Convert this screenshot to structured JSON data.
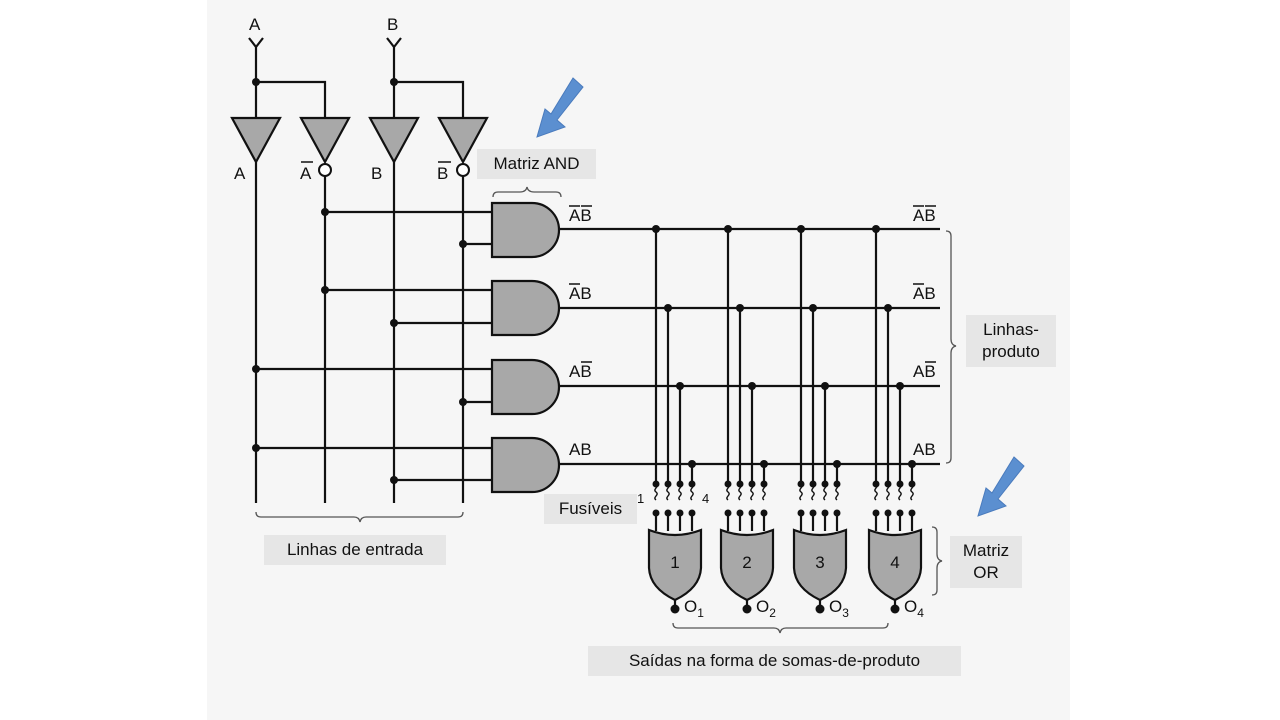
{
  "inputs": [
    {
      "top_label": "A",
      "name": "input-A"
    },
    {
      "top_label": "B",
      "name": "input-B"
    }
  ],
  "buffer_labels": [
    "A",
    "A",
    "B",
    "B"
  ],
  "product_terms": [
    {
      "base": "AB",
      "bar": [
        true,
        true
      ]
    },
    {
      "base": "AB",
      "bar": [
        true,
        false
      ]
    },
    {
      "base": "AB",
      "bar": [
        false,
        true
      ]
    },
    {
      "base": "AB",
      "bar": [
        false,
        false
      ]
    }
  ],
  "or_gates": [
    {
      "number": "1",
      "output_base": "O",
      "output_sub": "1"
    },
    {
      "number": "2",
      "output_base": "O",
      "output_sub": "2"
    },
    {
      "number": "3",
      "output_base": "O",
      "output_sub": "3"
    },
    {
      "number": "4",
      "output_base": "O",
      "output_sub": "4"
    }
  ],
  "fuse_labels": {
    "first": "1",
    "last": "4"
  },
  "labels": {
    "and_matrix": "Matriz AND",
    "product_lines_1": "Linhas-",
    "product_lines_2": "produto",
    "fuses": "Fusíveis",
    "input_lines": "Linhas de entrada",
    "or_matrix_1": "Matriz",
    "or_matrix_2": "OR",
    "outputs": "Saídas na forma de somas-de-produto"
  },
  "colors": {
    "arrow": "#5b8fd0",
    "gate_fill": "#a8a8a8",
    "label_box": "#e6e6e6"
  }
}
